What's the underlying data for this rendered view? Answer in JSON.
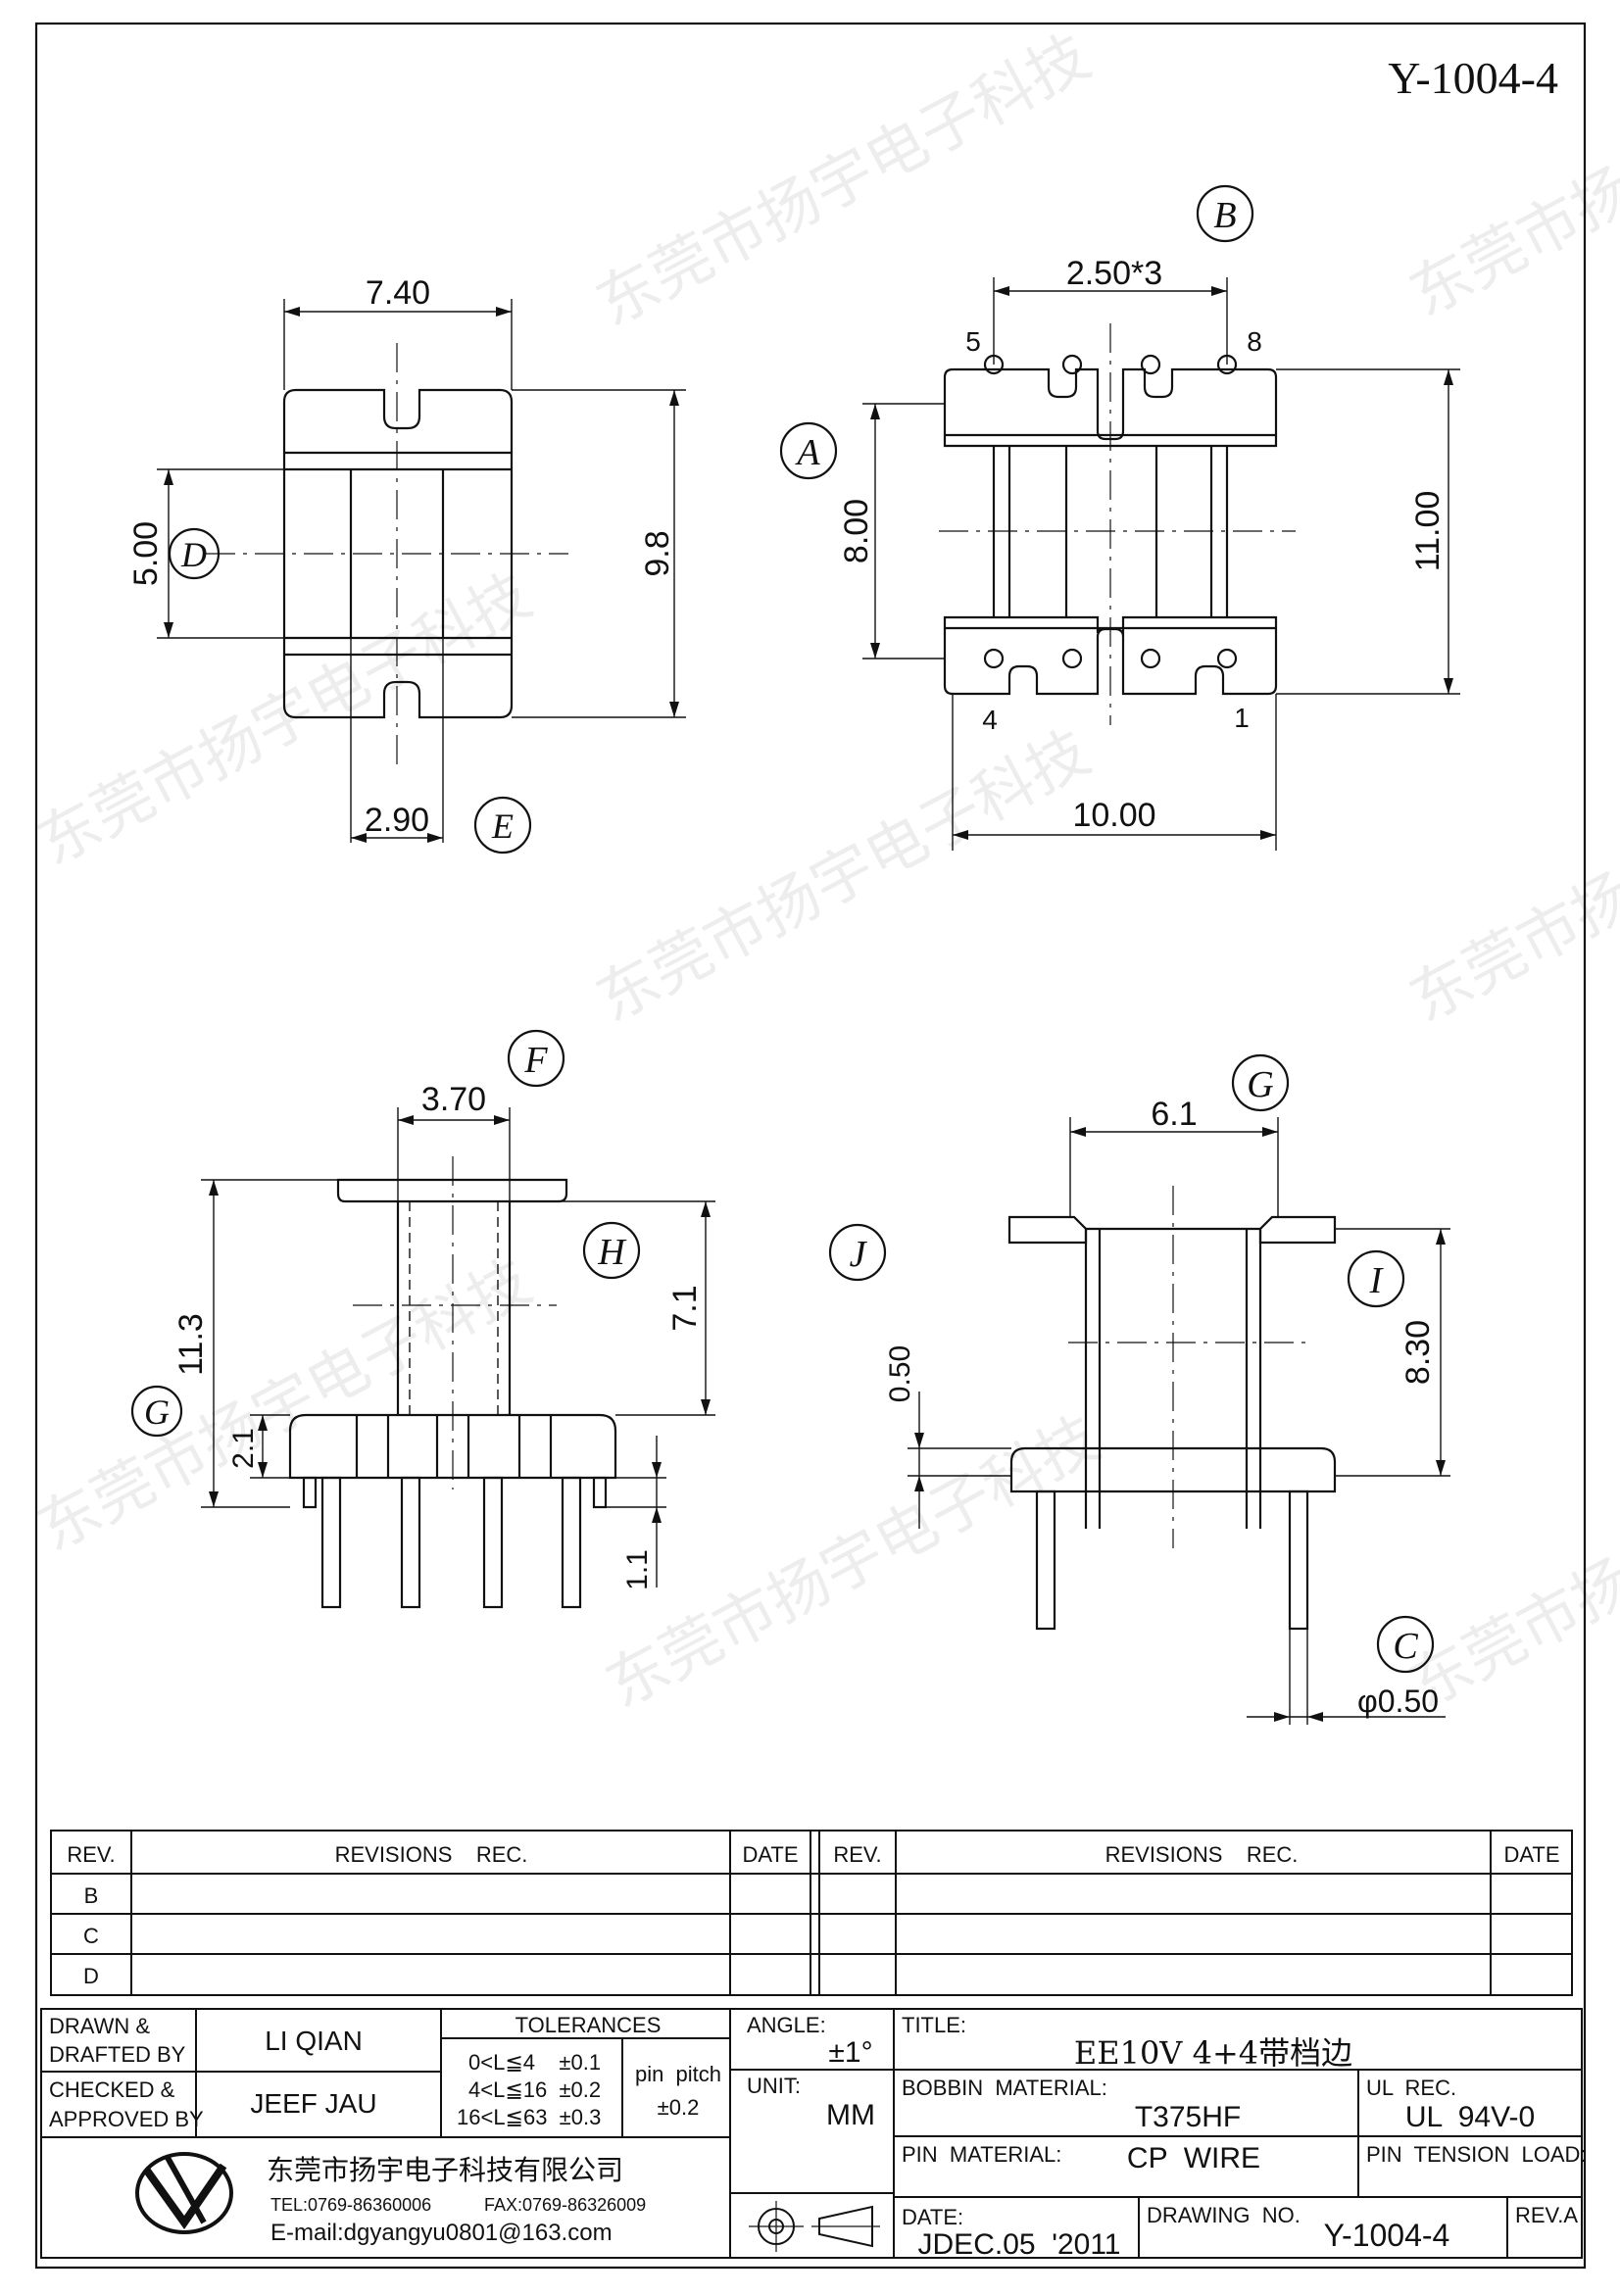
{
  "drawing_number_top": "Y-1004-4",
  "watermark": "东莞市扬宇电子科技",
  "views": {
    "top_left": {
      "dim_width": "7.40",
      "dim_height": "9.8",
      "dim_inner": "5.00",
      "dim_bottom": "2.90",
      "label_d": "D",
      "label_e": "E"
    },
    "top_right": {
      "label_b": "B",
      "dim_pitch": "2.50*3",
      "pin_5": "5",
      "pin_8": "8",
      "pin_4": "4",
      "pin_1": "1",
      "label_a": "A",
      "dim_a": "8.00",
      "dim_height": "11.00",
      "dim_width": "10.00"
    },
    "bottom_left": {
      "label_f": "F",
      "dim_top": "3.70",
      "label_h": "H",
      "dim_h": "7.1",
      "dim_overall": "11.3",
      "label_g": "G",
      "dim_base": "2.1",
      "dim_pin": "1.1"
    },
    "bottom_right": {
      "label_g": "G",
      "dim_top": "6.1",
      "label_j": "J",
      "label_i": "I",
      "dim_i": "8.30",
      "dim_flange": "0.50",
      "label_c": "C",
      "dim_pin_dia": "φ0.50"
    }
  },
  "revisions": {
    "header_rev": "REV.",
    "header_rec": "REVISIONS    REC.",
    "header_date": "DATE",
    "rows": [
      "B",
      "C",
      "D"
    ]
  },
  "title_block": {
    "drawn_label": "DRAWN &",
    "drafted_label": "DRAFTED BY",
    "drawn_name": "LI QIAN",
    "checked_label": "CHECKED &",
    "approved_label": "APPROVED BY",
    "checked_name": "JEEF JAU",
    "tolerances_label": "TOLERANCES",
    "tol_1": "0<L≦4    ±0.1",
    "tol_2": "4<L≦16  ±0.2",
    "tol_3": "16<L≦63  ±0.3",
    "pin_pitch_label": "pin  pitch",
    "pin_pitch_value": "±0.2",
    "angle_label": "ANGLE:",
    "angle_value": "±1°",
    "unit_label": "UNIT:",
    "unit_value": "MM",
    "title_label": "TITLE:",
    "title_value": "EE10V 4+4带档边",
    "bobbin_label": "BOBBIN  MATERIAL:",
    "bobbin_value": "T375HF",
    "ul_label": "UL  REC.",
    "ul_value": "UL  94V-0",
    "pin_material_label": "PIN  MATERIAL:",
    "pin_material_value": "CP  WIRE",
    "pin_tension_label": "PIN  TENSION  LOAD:",
    "date_label": "DATE:",
    "date_value": "JDEC.05  '2011",
    "drawing_no_label": "DRAWING  NO.",
    "drawing_no_value": "Y-1004-4",
    "rev_label": "REV.A",
    "company_name": "东莞市扬宇电子科技有限公司",
    "tel": "TEL:0769-86360006",
    "fax": "FAX:0769-86326009",
    "email": "E-mail:dgyangyu0801@163.com"
  }
}
